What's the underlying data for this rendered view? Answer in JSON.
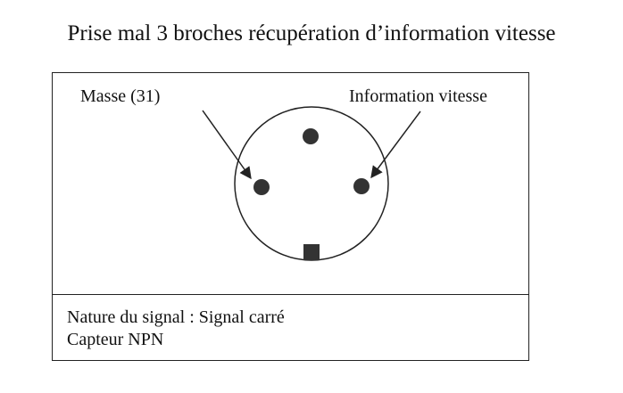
{
  "title": "Prise mal 3 broches récupération d’information vitesse",
  "connector": {
    "label_ground": "Masse (31)",
    "label_speed": "Information vitesse"
  },
  "notes": {
    "signal": "Nature du signal : Signal carré",
    "sensor": "Capteur NPN"
  },
  "colors": {
    "ink": "#222222",
    "pin": "#333333"
  }
}
